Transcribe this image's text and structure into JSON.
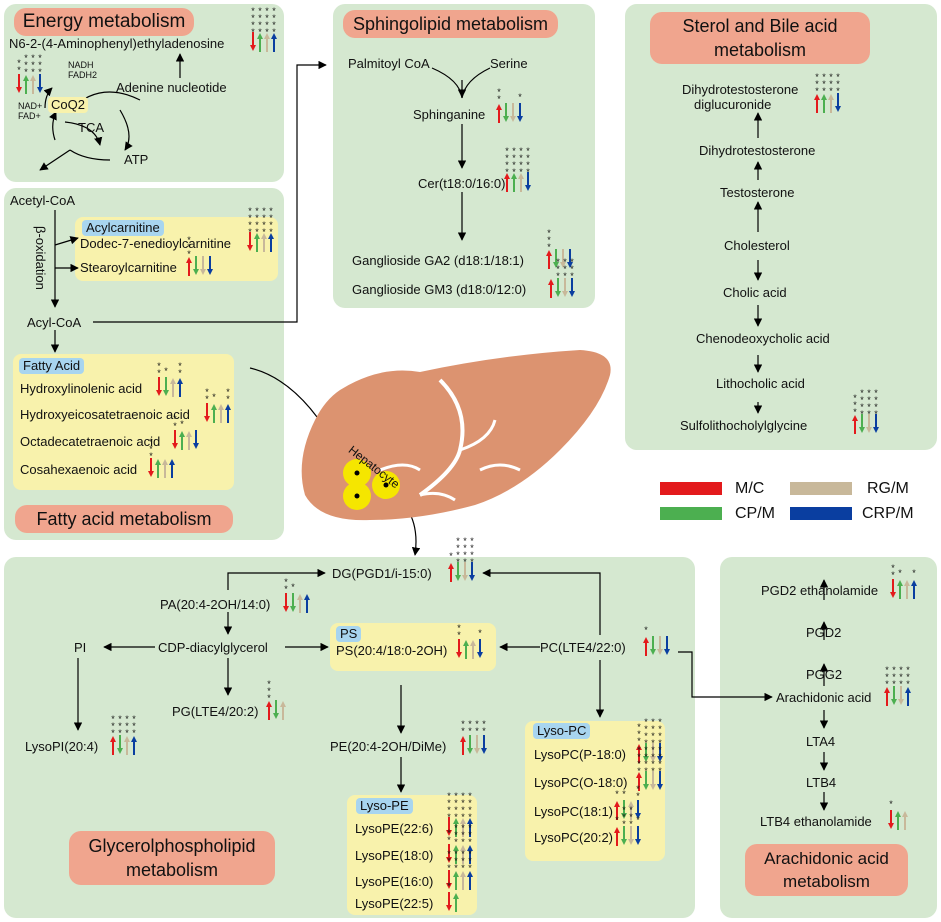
{
  "colors": {
    "mc": "#e31a1c",
    "cpm": "#4caf50",
    "rgm": "#c8b89a",
    "crpm": "#0a3ea0"
  },
  "energy": {
    "title": "Energy metabolism",
    "n6": "N6-2-(4-Aminophenyl)ethyladenosine",
    "adenine": "Adenine nucleotide",
    "coq2": "CoQ2",
    "tca": "TCA",
    "atp": "ATP",
    "nadh": "NADH",
    "fadh2": "FADH2",
    "nad": "NAD+",
    "fad": "FAD+"
  },
  "fatty": {
    "title": "Fatty acid metabolism",
    "acetyl": "Acetyl-CoA",
    "beta": "β-oxidation",
    "acyl": "Acyl-CoA",
    "acylcarnitine_tag": "Acylcarnitine",
    "dodec": "Dodec-7-enedioylcarnitine",
    "stearoyl": "Stearoylcarnitine",
    "fatty_acid_tag": "Fatty Acid",
    "hlin": "Hydroxylinolenic acid",
    "heic": "Hydroxyeicosatetraenoic acid",
    "octa": "Octadecatetraenoic acid",
    "cosa": "Cosahexaenoic acid"
  },
  "sphingo": {
    "title": "Sphingolipid metabolism",
    "palm": "Palmitoyl CoA",
    "serine": "Serine",
    "sphinganine": "Sphinganine",
    "cer": "Cer(t18:0/16:0)",
    "ga2": "Ganglioside GA2 (d18:1/18:1)",
    "gm3": "Ganglioside GM3 (d18:0/12:0)"
  },
  "sterol": {
    "title_l1": "Sterol and Bile acid",
    "title_l2": "metabolism",
    "dhtg_l1": "Dihydrotestosterone",
    "dhtg_l2": "diglucuronide",
    "dht": "Dihydrotestosterone",
    "testo": "Testosterone",
    "chol": "Cholesterol",
    "cholic": "Cholic acid",
    "cdca": "Chenodeoxycholic acid",
    "litho": "Lithocholic acid",
    "sulfo": "Sulfolithocholylglycine"
  },
  "liver": {
    "hepatocyte": "Hepatocyte"
  },
  "legend": {
    "mc": "M/C",
    "cpm": "CP/M",
    "rgm": "RG/M",
    "crpm": "CRP/M"
  },
  "glycero": {
    "title_l1": "Glycerolphospholipid",
    "title_l2": "metabolism",
    "dg": "DG(PGD1/i-15:0)",
    "pa": "PA(20:4-2OH/14:0)",
    "pi": "PI",
    "cdp": "CDP-diacylglycerol",
    "ps_tag": "PS",
    "ps": "PS(20:4/18:0-2OH)",
    "pc": "PC(LTE4/22:0)",
    "pg": "PG(LTE4/20:2)",
    "lysopi": "LysoPI(20:4)",
    "pe": "PE(20:4-2OH/DiMe)",
    "lysope_tag": "Lyso-PE",
    "lpe1": "LysoPE(22:6)",
    "lpe2": "LysoPE(18:0)",
    "lpe3": "LysoPE(16:0)",
    "lpe4": "LysoPE(22:5)",
    "lysopc_tag": "Lyso-PC",
    "lpc1": "LysoPC(P-18:0)",
    "lpc2": "LysoPC(O-18:0)",
    "lpc3": "LysoPC(18:1)",
    "lpc4": "LysoPC(20:2)"
  },
  "arach": {
    "title_l1": "Arachidonic acid",
    "title_l2": "metabolism",
    "pgd2e": "PGD2 ethanolamide",
    "pgd2": "PGD2",
    "pgg2": "PGG2",
    "aa": "Arachidonic acid",
    "lta4": "LTA4",
    "ltb4": "LTB4",
    "ltb4e": "LTB4 ethanolamide"
  }
}
